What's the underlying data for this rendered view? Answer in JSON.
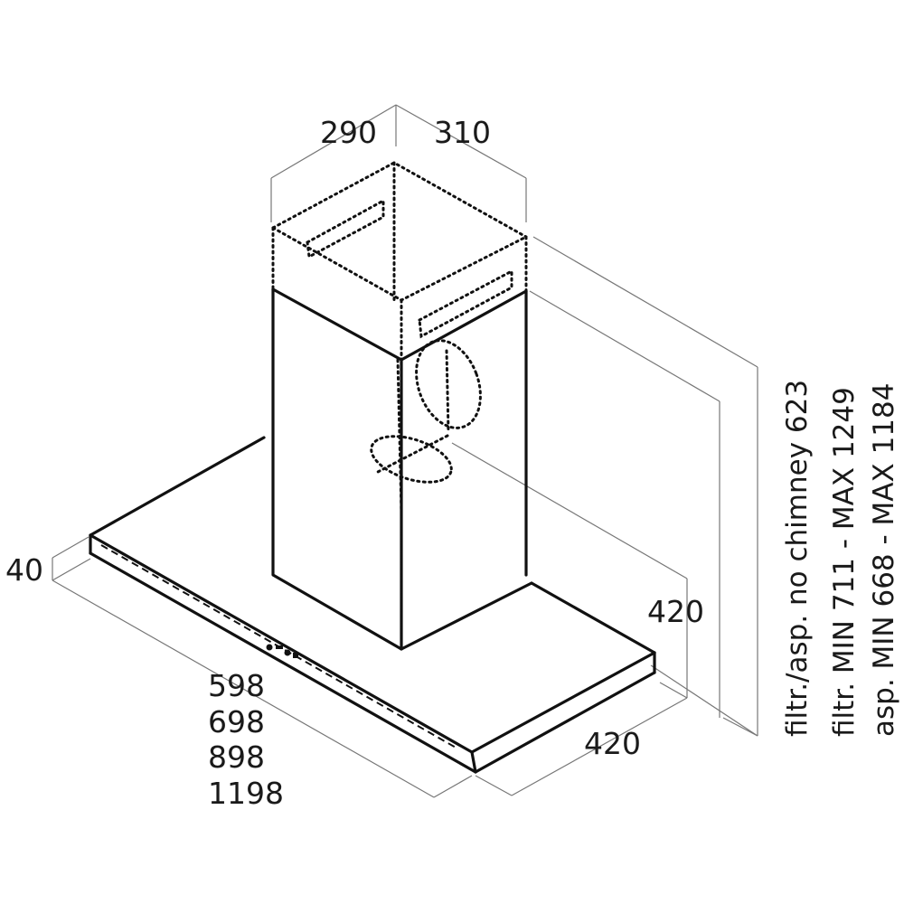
{
  "dimensions": {
    "chimney_depth": "290",
    "chimney_width": "310",
    "canopy_thickness": "40",
    "canopy_depth": "420",
    "canopy_side": "420",
    "widths": [
      "598",
      "698",
      "898",
      "1198"
    ]
  },
  "height_labels": {
    "no_chimney": "filtr./asp. no chimney 623",
    "filter": "filtr. MIN 711 - MAX 1249",
    "extraction": "asp. MIN 668 - MAX 1184"
  }
}
